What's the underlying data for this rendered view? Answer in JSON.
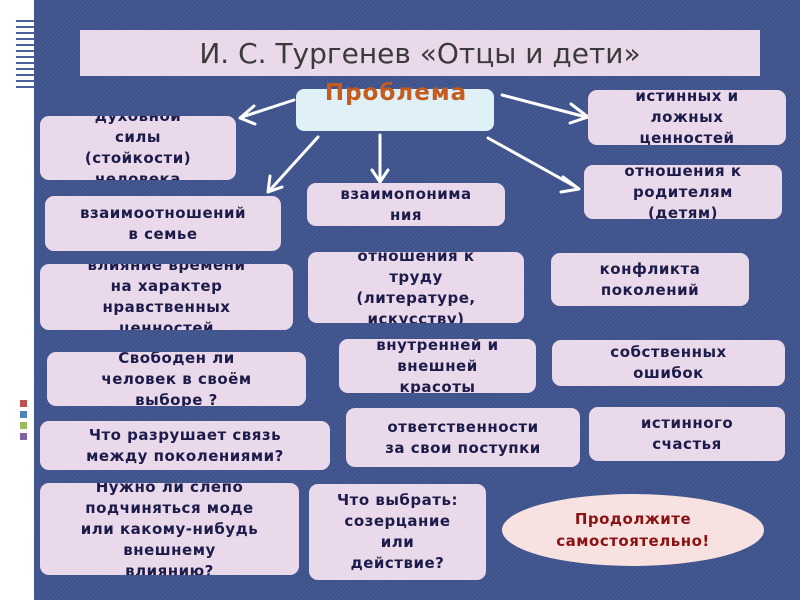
{
  "title": "И. С. Тургенев «Отцы и дети»",
  "problem": "Проблема",
  "boxes": {
    "b1": "духовной\nсилы\n(стойкости)\nчеловека",
    "b2": "истинных и\nложных\nценностей",
    "b3": "взаимоотношений\nв семье",
    "b4": "взаимопонима\nния",
    "b5": "отношения к\nродителям\n(детям)",
    "b6": "влияние времени\nна характер\nнравственных\nценностей",
    "b7": "отношения к\nтруду\n(литературе,\nискусству)",
    "b8": "конфликта\nпоколений",
    "b9": "Свободен ли\nчеловек в своём\nвыборе ?",
    "b10": "внутренней и\nвнешней\nкрасоты",
    "b11": "собственных\nошибок",
    "b12": "Что разрушает связь\nмежду поколениями?",
    "b13": "ответственности\nза свои поступки",
    "b14": "истинного\nсчастья",
    "b15": "Нужно ли слепо\nподчиняться моде\nили какому-нибудь\nвнешнему\nвлиянию?",
    "b16": "Что выбрать:\nсозерцание\nили\nдействие?"
  },
  "oval": "Продолжите\nсамостоятельно!",
  "colors": {
    "background": "#3e528c",
    "box": "#ead9ea",
    "problem_box": "#dff0f7",
    "problem_text": "#c35c1e",
    "box_text": "#1c1c4a",
    "oval": "#f7e1e1",
    "oval_text": "#8b1212"
  }
}
